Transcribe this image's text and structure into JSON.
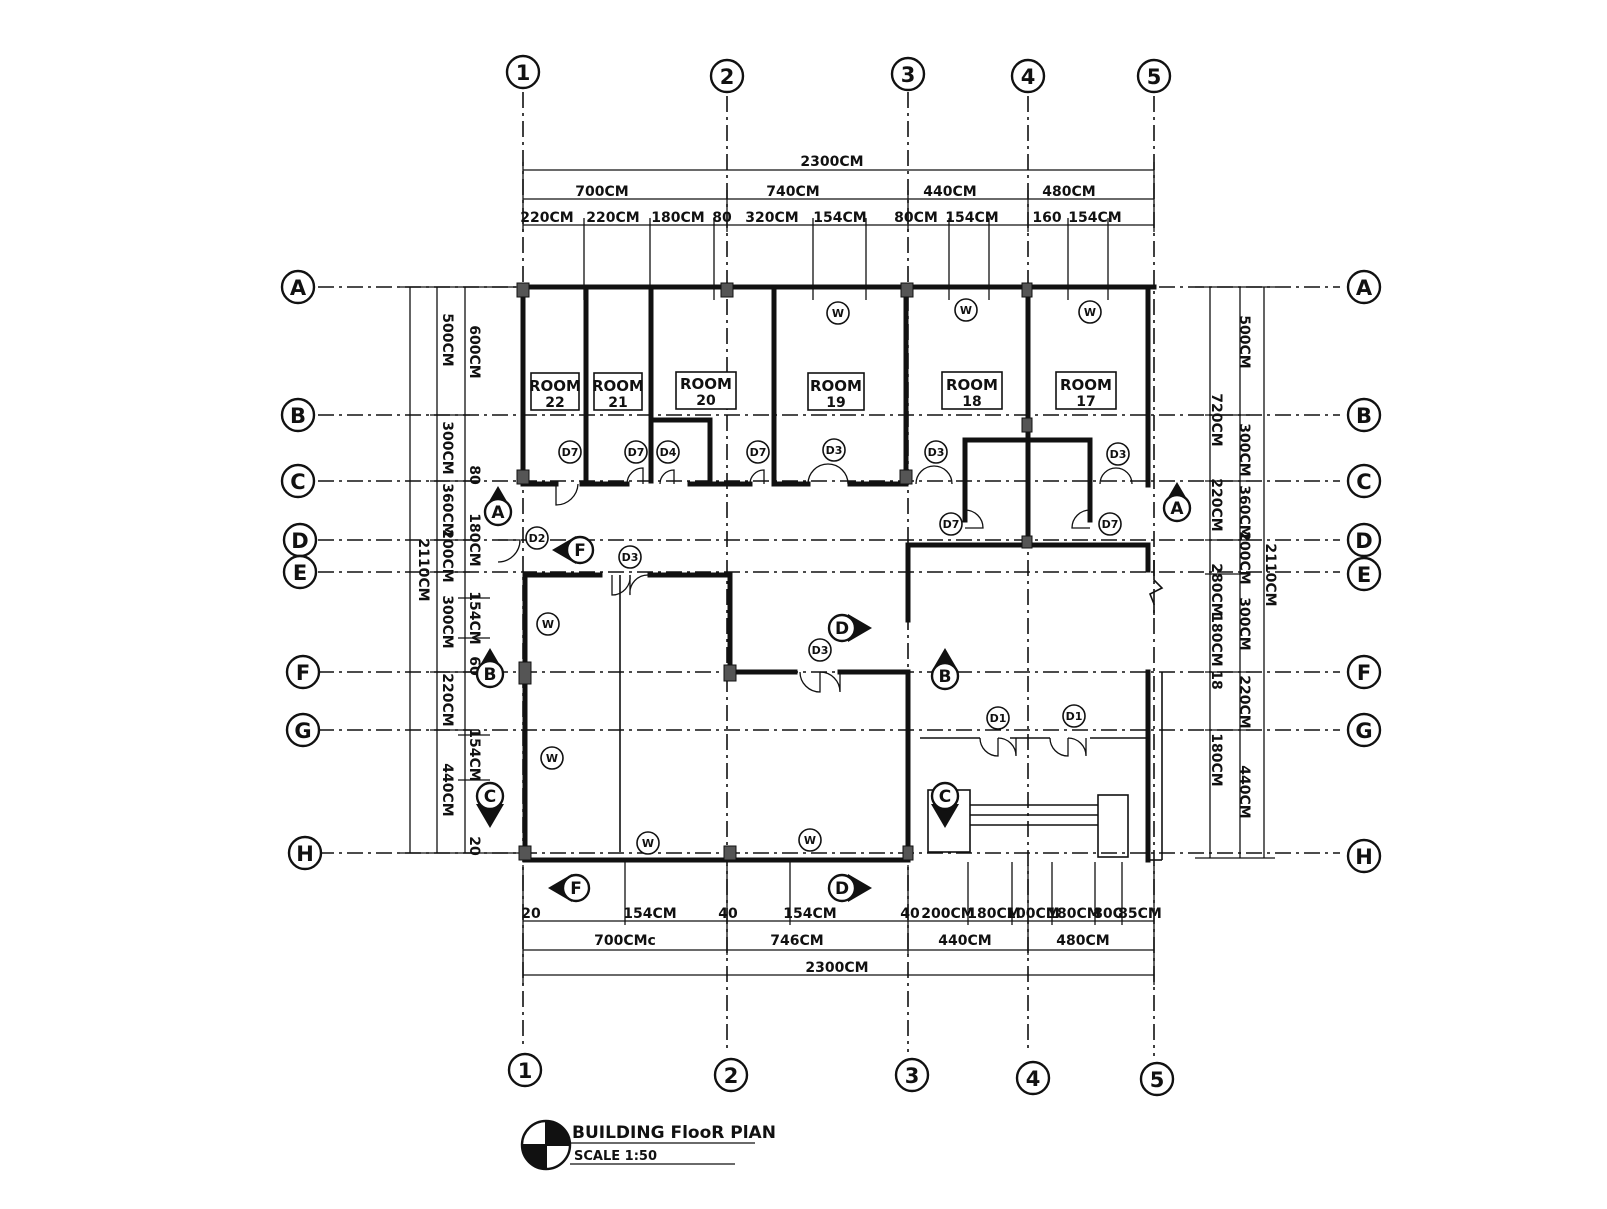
{
  "title_block": {
    "title": "BUILDING FlooR PlAN",
    "scale": "SCALE 1:50"
  },
  "grid": {
    "columns": [
      "1",
      "2",
      "3",
      "4",
      "5"
    ],
    "rows": [
      "A",
      "B",
      "C",
      "D",
      "E",
      "F",
      "G",
      "H"
    ]
  },
  "rooms": [
    {
      "line1": "ROOM",
      "line2": "22"
    },
    {
      "line1": "ROOM",
      "line2": "21"
    },
    {
      "line1": "ROOM",
      "line2": "20"
    },
    {
      "line1": "ROOM",
      "line2": "19"
    },
    {
      "line1": "ROOM",
      "line2": "18"
    },
    {
      "line1": "ROOM",
      "line2": "17"
    }
  ],
  "top_dims": {
    "overall": "2300CM",
    "bays": [
      "700CM",
      "740CM",
      "440CM",
      "480CM"
    ],
    "details": [
      "220CM",
      "220CM",
      "180CM",
      "80",
      "320CM",
      "154CM",
      "80CM",
      "154CM",
      "160",
      "154CM"
    ]
  },
  "bottom_dims": {
    "overall": "2300CM",
    "bays": [
      "700CMc",
      "746CM",
      "440CM",
      "480CM"
    ],
    "details": [
      "20",
      "154CM",
      "40",
      "154CM",
      "40",
      "200CM",
      "180CM",
      "100CM",
      "180CM",
      "80C",
      "85CM"
    ]
  },
  "left_dims": {
    "overall": "2110CM",
    "segments": [
      "600CM",
      "80",
      "180CM",
      "154CM",
      "60",
      "154CM",
      "20"
    ],
    "groups": [
      "500CM",
      "300CM",
      "360CM",
      "200CM",
      "300CM",
      "220CM",
      "440CM"
    ]
  },
  "right_dims": {
    "overall": "2110CM",
    "segments": [
      "720CM",
      "220CM",
      "280CM",
      "180CM",
      "18",
      "180CM"
    ],
    "groups": [
      "500CM",
      "300CM",
      "360CM",
      "200CM",
      "300CM",
      "220CM",
      "440CM"
    ]
  },
  "section_marks": [
    "A",
    "A",
    "B",
    "B",
    "C",
    "C",
    "D",
    "D",
    "F",
    "F"
  ],
  "tags": {
    "w_top": [
      "W",
      "W",
      "W"
    ],
    "w_other": [
      "W",
      "W",
      "W",
      "W"
    ],
    "d7": [
      "D7",
      "D7",
      "D7",
      "D7",
      "D7"
    ],
    "d4": "D4",
    "d3": [
      "D3",
      "D3",
      "D3",
      "D3",
      "D3"
    ],
    "d2": "D2",
    "d1": [
      "D1",
      "D1"
    ]
  }
}
